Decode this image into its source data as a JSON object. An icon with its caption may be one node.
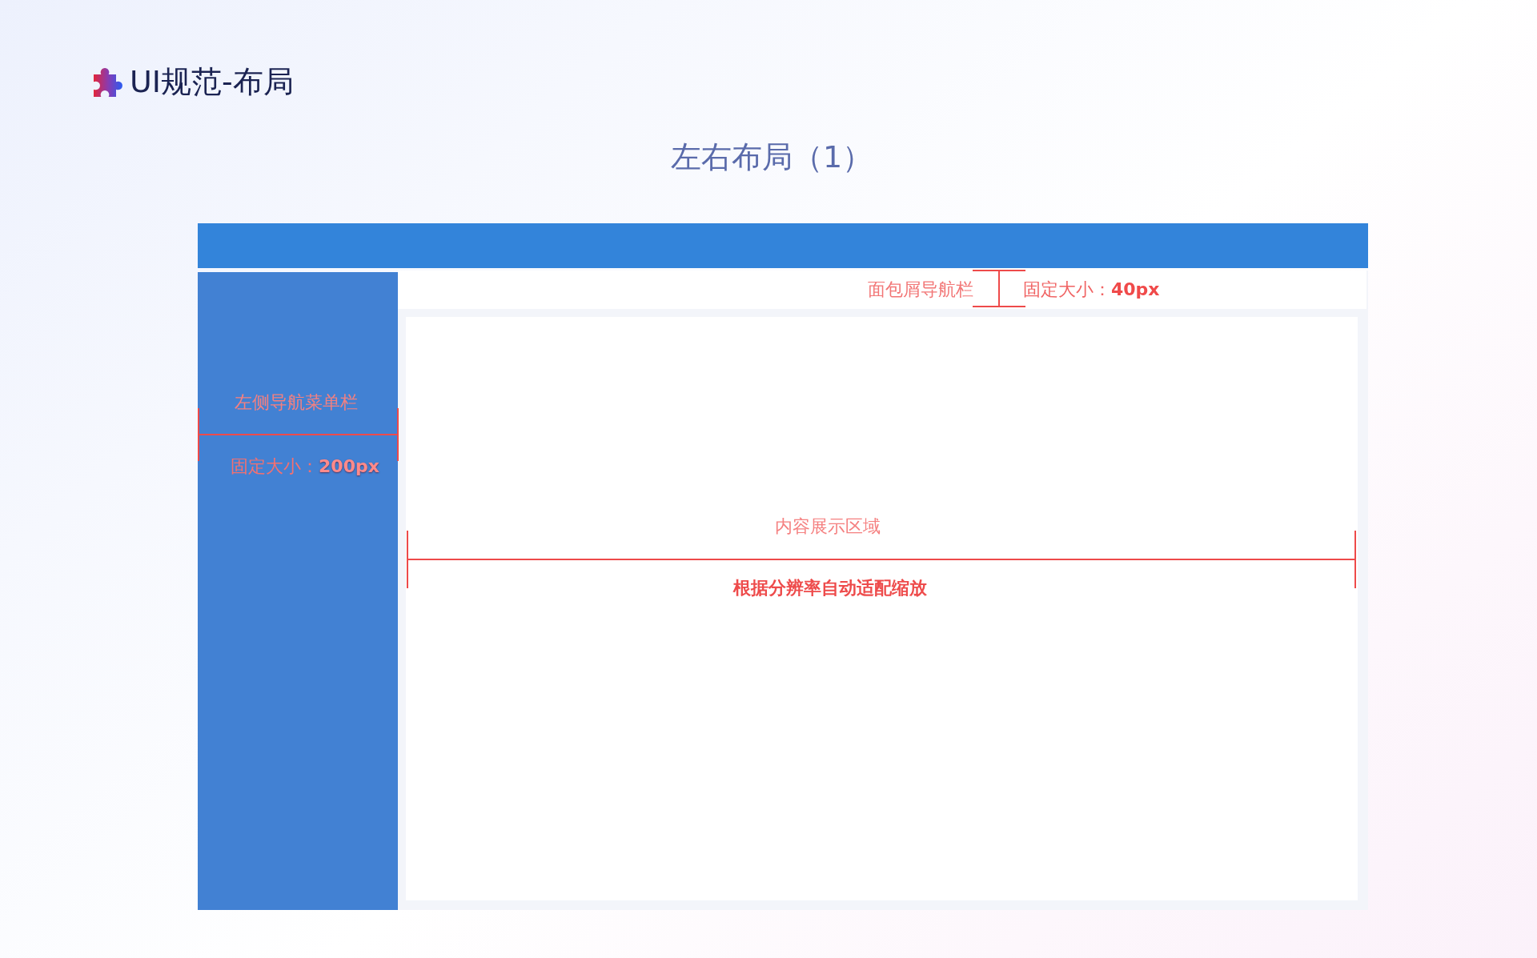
{
  "diagram": {
    "title": "UI规范-布局",
    "nodes": [
      {
        "text": [],
        "shape": "bar"
      },
      {
        "text": [
          "左侧导航菜单栏",
          "固定大小：**200px**"
        ]
      },
      {
        "text": [
          "面包屑导航栏",
          "固定大小：**40px**"
        ]
      },
      {
        "text": [
          "内容展示区域",
          "根据分辨率自动适配缩放"
        ]
      }
    ],
    "labels": [
      "左右布局（1）"
    ]
  }
}
